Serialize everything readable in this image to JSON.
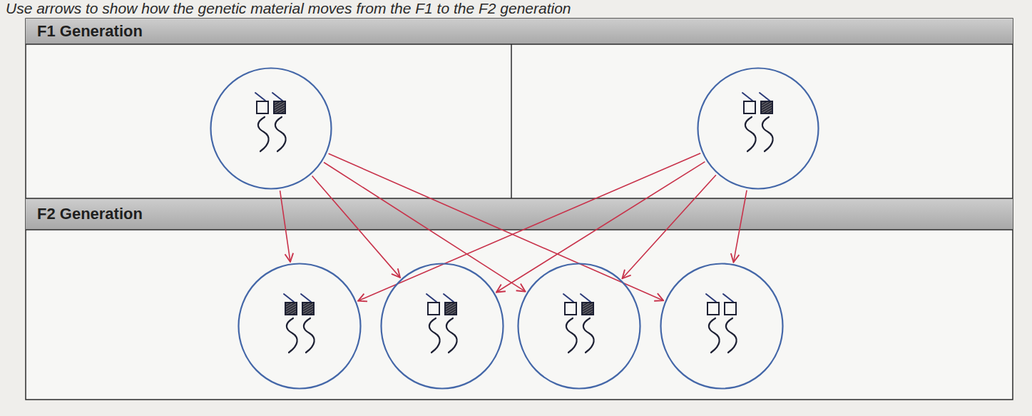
{
  "diagram": {
    "nodes": [
      {
        "text": [
          "F1 Generation"
        ]
      },
      {
        "text": []
      },
      {
        "text": []
      },
      {
        "text": [
          "F2 Generation"
        ]
      },
      {
        "text": []
      },
      {
        "text": []
      },
      {
        "text": []
      },
      {
        "text": []
      }
    ],
    "edges": [
      {
        "from": 1,
        "to": 4,
        "arrow": "to"
      },
      {
        "from": 1,
        "to": 5,
        "arrow": "to"
      },
      {
        "from": 1,
        "to": 6,
        "arrow": "to"
      },
      {
        "from": 1,
        "to": 7,
        "arrow": "to"
      },
      {
        "from": 2,
        "to": 4,
        "arrow": "to"
      },
      {
        "from": 2,
        "to": 5,
        "arrow": "to"
      },
      {
        "from": 2,
        "to": 6,
        "arrow": "to"
      },
      {
        "from": 2,
        "to": 7,
        "arrow": "to"
      }
    ],
    "labels": [
      "Use arrows to show how the genetic material moves from the F1 to the F2 generation"
    ]
  }
}
